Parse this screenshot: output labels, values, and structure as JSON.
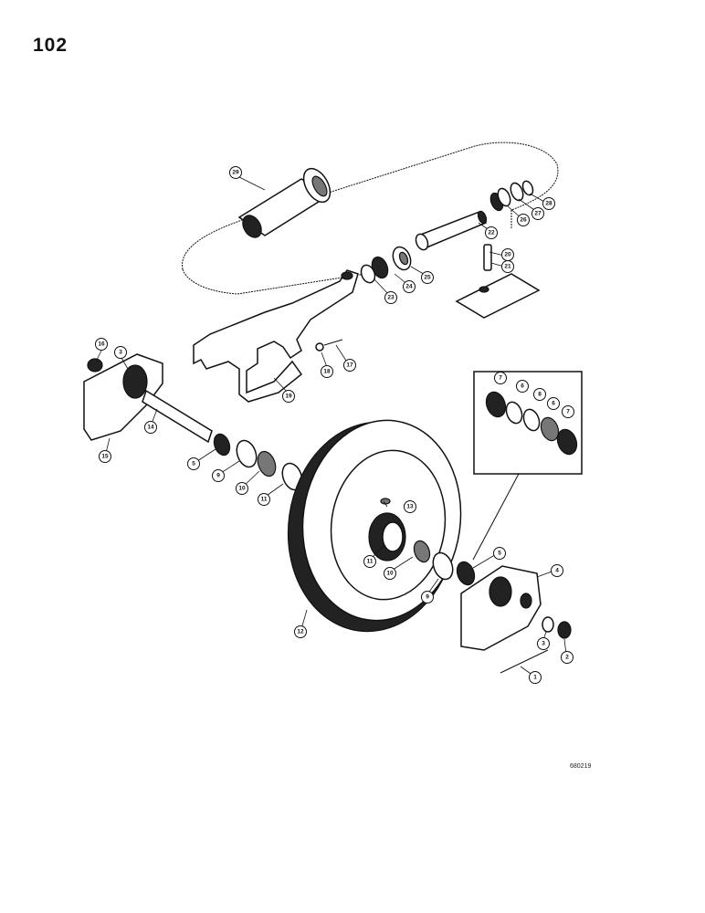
{
  "page_number": "102",
  "figure_code": "680219",
  "callouts": [
    {
      "id": "c29",
      "label": "29"
    },
    {
      "id": "c28",
      "label": "28"
    },
    {
      "id": "c27",
      "label": "27"
    },
    {
      "id": "c26",
      "label": "26"
    },
    {
      "id": "c22",
      "label": "22"
    },
    {
      "id": "c20",
      "label": "20"
    },
    {
      "id": "c21",
      "label": "21"
    },
    {
      "id": "c25",
      "label": "25"
    },
    {
      "id": "c24",
      "label": "24"
    },
    {
      "id": "c23",
      "label": "23"
    },
    {
      "id": "c17",
      "label": "17"
    },
    {
      "id": "c18",
      "label": "18"
    },
    {
      "id": "c19",
      "label": "19"
    },
    {
      "id": "c16",
      "label": "16"
    },
    {
      "id": "c3a",
      "label": "3"
    },
    {
      "id": "c14",
      "label": "14"
    },
    {
      "id": "c15",
      "label": "15"
    },
    {
      "id": "c5a",
      "label": "5"
    },
    {
      "id": "c9a",
      "label": "9"
    },
    {
      "id": "c10a",
      "label": "10"
    },
    {
      "id": "c11a",
      "label": "11"
    },
    {
      "id": "c7a",
      "label": "7"
    },
    {
      "id": "c6a",
      "label": "6"
    },
    {
      "id": "c8",
      "label": "8"
    },
    {
      "id": "c6b",
      "label": "6"
    },
    {
      "id": "c7b",
      "label": "7"
    },
    {
      "id": "c13",
      "label": "13"
    },
    {
      "id": "c11b",
      "label": "11"
    },
    {
      "id": "c10b",
      "label": "10"
    },
    {
      "id": "c5b",
      "label": "5"
    },
    {
      "id": "c4",
      "label": "4"
    },
    {
      "id": "c9b",
      "label": "9"
    },
    {
      "id": "c3b",
      "label": "3"
    },
    {
      "id": "c2",
      "label": "2"
    },
    {
      "id": "c1",
      "label": "1"
    },
    {
      "id": "c12",
      "label": "12"
    }
  ]
}
